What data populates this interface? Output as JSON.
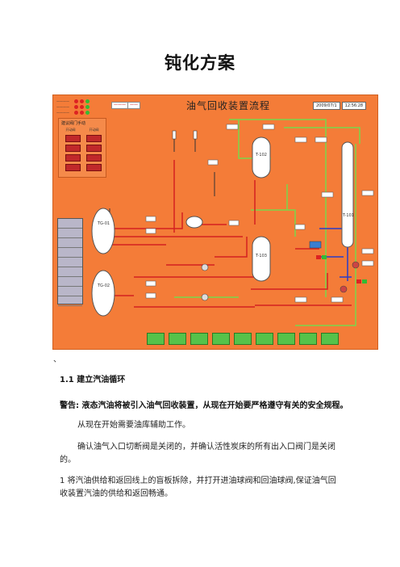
{
  "doc": {
    "title": "钝化方案",
    "mark": "、",
    "section_heading": "1.1 建立汽油循环",
    "warning": "警告: 液态汽油将被引入油气回收装置，从现在开始要严格遵守有关的安全规程。",
    "para1": "从现在开始需要油库辅助工作。",
    "para2_line1": "确认油气入口切断阀是关闭的，并确认活性炭床的所有出入口阀门是关闭",
    "para2_line2": "的。",
    "para3_line1": "1 将汽油供给和返回线上的盲板拆除，并打开进油球阀和回油球阀,保证油气回",
    "para3_line2": "收装置汽油的供给和返回畅通。"
  },
  "scada": {
    "title": "油气回收装置流程",
    "time": "12:56:28",
    "date": "2009/07/1",
    "panel_title": "建议阀门手动",
    "panel_head_left": "开动阀",
    "panel_head_right": "开动阀",
    "vessel_labels": [
      "TG-01",
      "TG-02",
      "T-101",
      "T-102",
      "T-103"
    ],
    "colors": {
      "background": "#f47c38",
      "pipe_red": "#d42020",
      "pipe_green": "#7ad64a",
      "pipe_blue": "#2a3cc8",
      "button_green": "#56c24a"
    }
  }
}
